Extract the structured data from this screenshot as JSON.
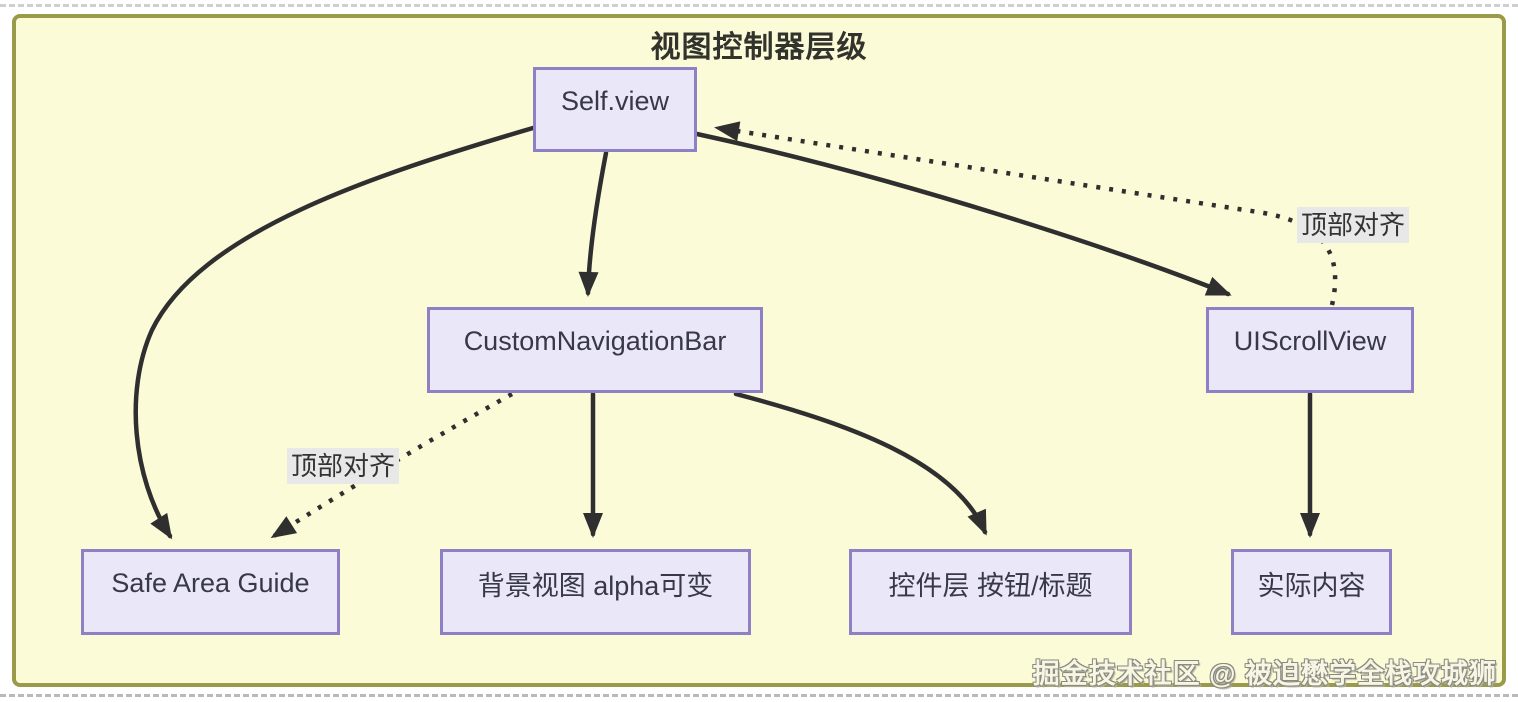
{
  "diagram": {
    "title": "视图控制器层级",
    "watermark": "掘金技术社区 @ 被迫懋学全栈攻城狮",
    "colors": {
      "page_bg": "#ffffff",
      "canvas_bg": "#fbfbd8",
      "canvas_border": "#9a9a4a",
      "node_fill": "#eae7f9",
      "node_border": "#8f80c5",
      "node_text": "#383849",
      "edge_stroke": "#2f2f2f",
      "edge_label_bg": "#e8e8e8",
      "title_text": "#33332e"
    },
    "nodes": {
      "self_view": {
        "label": "Self.view"
      },
      "custom_navigation_bar": {
        "label": "CustomNavigationBar"
      },
      "ui_scroll_view": {
        "label": "UIScrollView"
      },
      "safe_area_guide": {
        "label": "Safe Area Guide"
      },
      "background_view": {
        "label": "背景视图 alpha可变"
      },
      "controls_layer": {
        "label": "控件层 按钮/标题"
      },
      "actual_content": {
        "label": "实际内容"
      }
    },
    "edges": [
      {
        "from": "Self.view",
        "to": "CustomNavigationBar",
        "style": "solid",
        "label": ""
      },
      {
        "from": "Self.view",
        "to": "Safe Area Guide",
        "style": "solid",
        "label": ""
      },
      {
        "from": "Self.view",
        "to": "UIScrollView",
        "style": "solid",
        "label": ""
      },
      {
        "from": "UIScrollView",
        "to": "Self.view",
        "style": "dotted",
        "label": "顶部对齐"
      },
      {
        "from": "CustomNavigationBar",
        "to": "背景视图 alpha可变",
        "style": "solid",
        "label": ""
      },
      {
        "from": "CustomNavigationBar",
        "to": "控件层 按钮/标题",
        "style": "solid",
        "label": ""
      },
      {
        "from": "CustomNavigationBar",
        "to": "Safe Area Guide",
        "style": "dotted",
        "label": "顶部对齐"
      },
      {
        "from": "UIScrollView",
        "to": "实际内容",
        "style": "solid",
        "label": ""
      }
    ]
  }
}
